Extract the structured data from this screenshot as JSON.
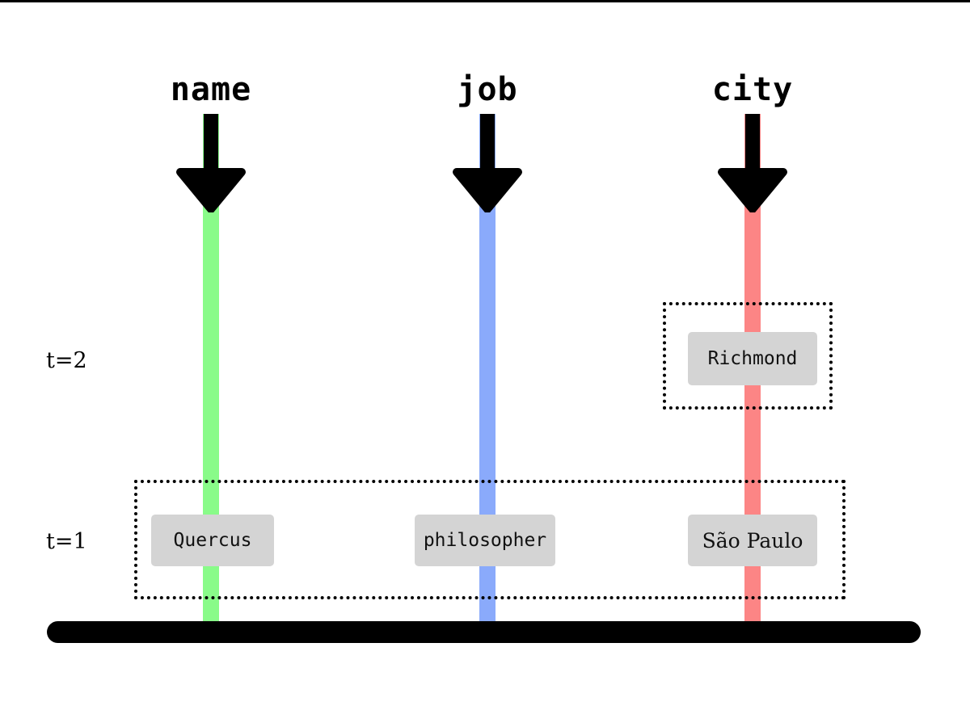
{
  "diagram": {
    "title": "",
    "type": "temporal-attribute-timeline",
    "colors": {
      "name_stripe": "#89fb89",
      "job_stripe": "#8aaafb",
      "city_stripe": "#fc8585",
      "chip_fill": "#d4d4d4",
      "arrow": "#000000",
      "baseline": "#000000",
      "selection_border": "#000000"
    },
    "columns": [
      {
        "key": "name",
        "label": "name",
        "color": "#89fb89",
        "arrow_icon": "down-arrow-icon"
      },
      {
        "key": "job",
        "label": "job",
        "color": "#8aaafb",
        "arrow_icon": "down-arrow-icon"
      },
      {
        "key": "city",
        "label": "city",
        "color": "#fc8585",
        "arrow_icon": "down-arrow-icon"
      }
    ],
    "time_axis": {
      "labels": [
        {
          "key": "t2",
          "label": "t=2"
        },
        {
          "key": "t1",
          "label": "t=1"
        }
      ]
    },
    "rows": [
      {
        "time": "t=2",
        "selection": {
          "spans": [
            "city"
          ]
        },
        "values": {
          "name": "",
          "job": "",
          "city": "Richmond"
        }
      },
      {
        "time": "t=1",
        "selection": {
          "spans": [
            "name",
            "job",
            "city"
          ]
        },
        "values": {
          "name": "Quercus",
          "job": "philosopher",
          "city": "São Paulo"
        }
      }
    ],
    "chips": {
      "richmond": "Richmond",
      "quercus": "Quercus",
      "philosopher": "philosopher",
      "sao_paulo": "São Paulo"
    }
  }
}
